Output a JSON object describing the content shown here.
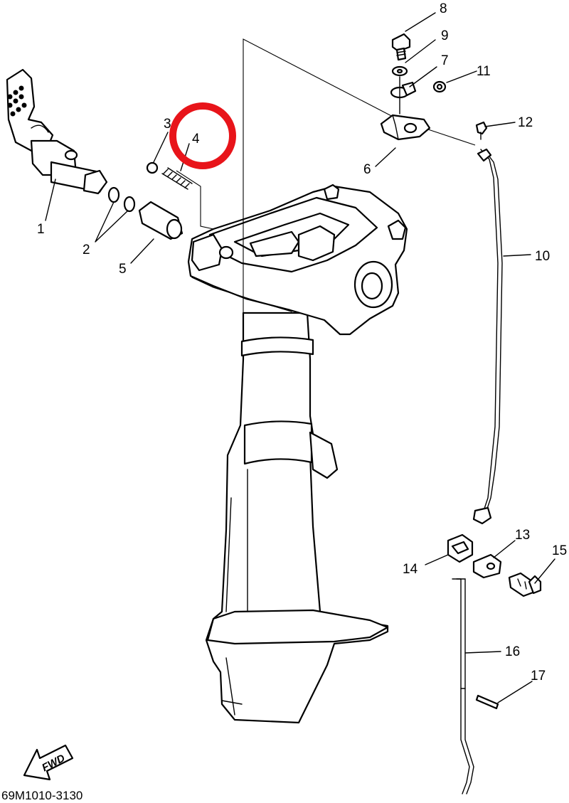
{
  "diagram_code": "69M1010-3130",
  "direction_label": "FWD",
  "highlight_color": "#e8141a",
  "parts": [
    {
      "id": "p1",
      "number": "1"
    },
    {
      "id": "p2",
      "number": "2"
    },
    {
      "id": "p3",
      "number": "3"
    },
    {
      "id": "p4",
      "number": "4"
    },
    {
      "id": "p5",
      "number": "5"
    },
    {
      "id": "p6",
      "number": "6"
    },
    {
      "id": "p7",
      "number": "7"
    },
    {
      "id": "p8",
      "number": "8"
    },
    {
      "id": "p9",
      "number": "9"
    },
    {
      "id": "p10",
      "number": "10"
    },
    {
      "id": "p11",
      "number": "11"
    },
    {
      "id": "p12",
      "number": "12"
    },
    {
      "id": "p13",
      "number": "13"
    },
    {
      "id": "p14",
      "number": "14"
    },
    {
      "id": "p15",
      "number": "15"
    },
    {
      "id": "p16",
      "number": "16"
    },
    {
      "id": "p17",
      "number": "17"
    }
  ]
}
